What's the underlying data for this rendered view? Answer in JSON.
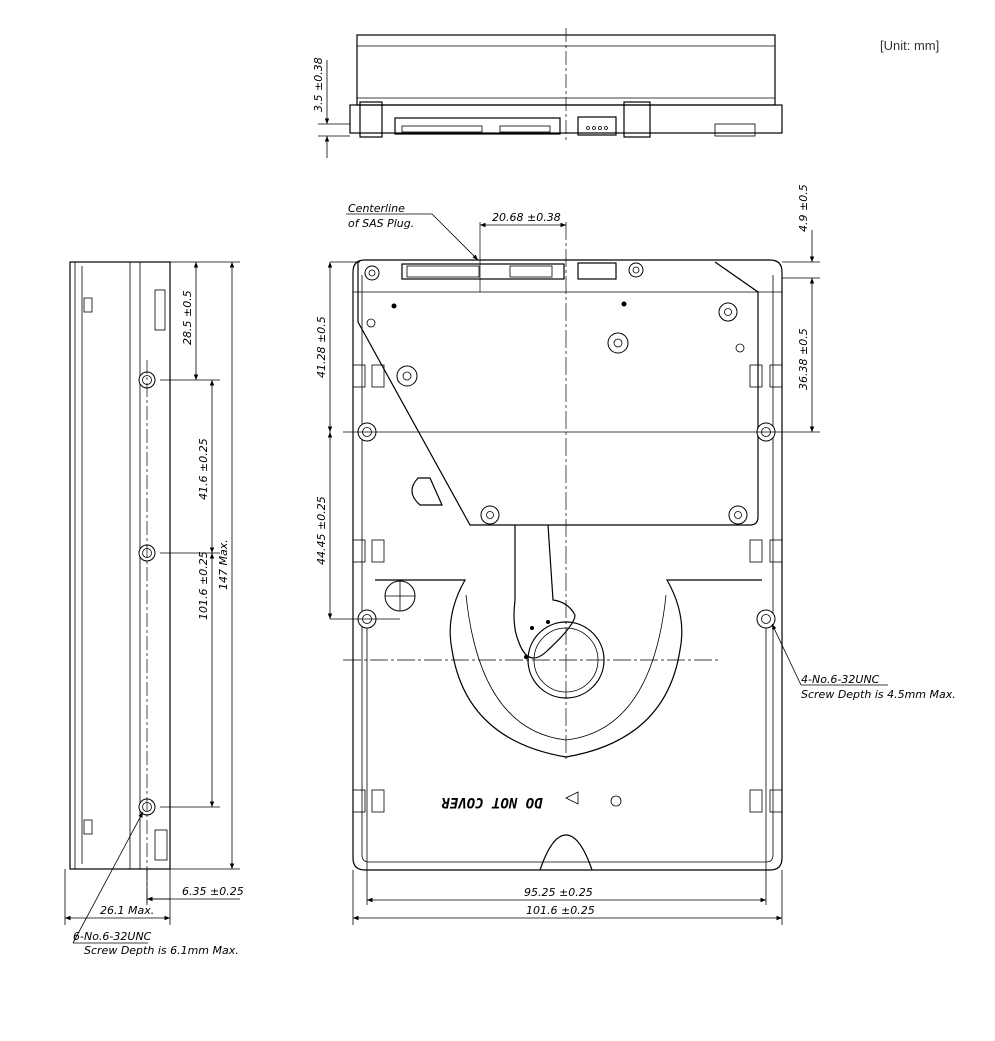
{
  "unit_label": "[Unit: mm]",
  "top_view": {
    "height_dim": "3.5 ±0.38"
  },
  "side_view": {
    "dims": {
      "top_offset": "28.5 ±0.5",
      "hole_spacing_a": "41.6 ±0.25",
      "hole_spacing_total": "101.6 ±0.25",
      "length_max": "147 Max.",
      "height_max": "26.1 Max.",
      "hole_height": "6.35 ±0.25"
    },
    "screw_note": {
      "title": "6-No.6-32UNC",
      "text": "Screw Depth is 6.1mm Max."
    }
  },
  "bottom_view": {
    "centerline_note": {
      "line1": "Centerline",
      "line2": "of SAS Plug."
    },
    "dims": {
      "connector_offset": "20.68 ±0.38",
      "top_edge": "4.9 ±0.5",
      "hole_from_top_right": "36.38 ±0.5",
      "hole_from_top_left": "41.28 ±0.5",
      "hole_spacing": "44.45 ±0.25",
      "hole_width": "95.25 ±0.25",
      "overall_width": "101.6 ±0.25"
    },
    "screw_note": {
      "title": "4-No.6-32UNC",
      "text": "Screw Depth is 4.5mm Max."
    },
    "label_text": "DO NOT COVER"
  }
}
